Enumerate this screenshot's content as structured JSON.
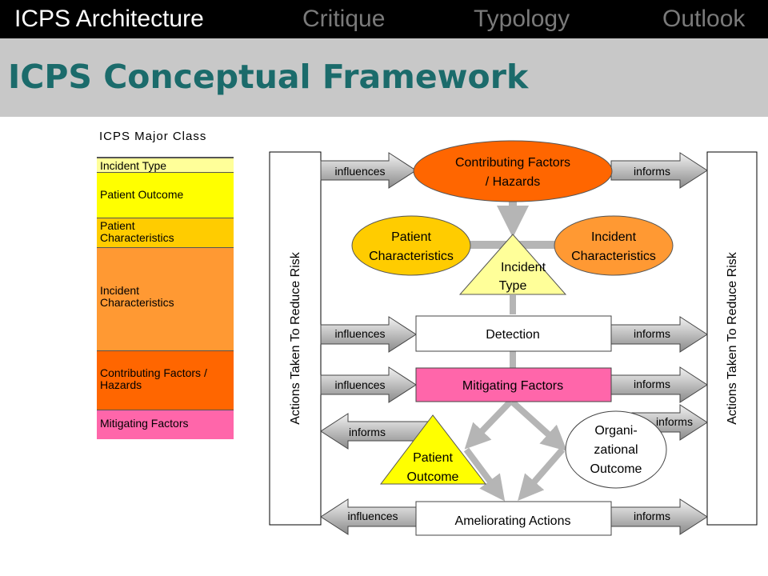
{
  "nav": {
    "items": [
      {
        "label": "ICPS Architecture",
        "color": "#ffffff"
      },
      {
        "label": "Critique",
        "color": "#7a7a7a"
      },
      {
        "label": "Typology",
        "color": "#7a7a7a"
      },
      {
        "label": "Outlook",
        "color": "#7a7a7a"
      }
    ]
  },
  "title": "ICPS Conceptual Framework",
  "legend": {
    "title": "ICPS Major Class",
    "items": [
      {
        "label": "Incident Type",
        "color": "#ffff99"
      },
      {
        "label": "Patient Outcome",
        "color": "#ffff00"
      },
      {
        "label": "Patient Characteristics",
        "color": "#ffcc00"
      },
      {
        "label": "Incident Characteristics",
        "color": "#ff9933"
      },
      {
        "label": "Contributing Factors / Hazards",
        "color": "#ff6600"
      },
      {
        "label": "Mitigating Factors",
        "color": "#ff66aa"
      }
    ]
  },
  "diagram": {
    "side_label_left": "Actions Taken To Reduce Risk",
    "side_label_right": "Actions Taken To Reduce Risk",
    "contributing_factors": "Contributing Factors / Hazards",
    "patient_characteristics": "Patient Characteristics",
    "incident_characteristics": "Incident Characteristics",
    "incident_type": "Incident Type",
    "detection": "Detection",
    "mitigating_factors": "Mitigating Factors",
    "patient_outcome": "Patient Outcome",
    "organizational_outcome": "Organi- zational Outcome",
    "ameliorating_actions": "Ameliorating Actions",
    "influences_label": "influences",
    "informs_label": "informs"
  }
}
